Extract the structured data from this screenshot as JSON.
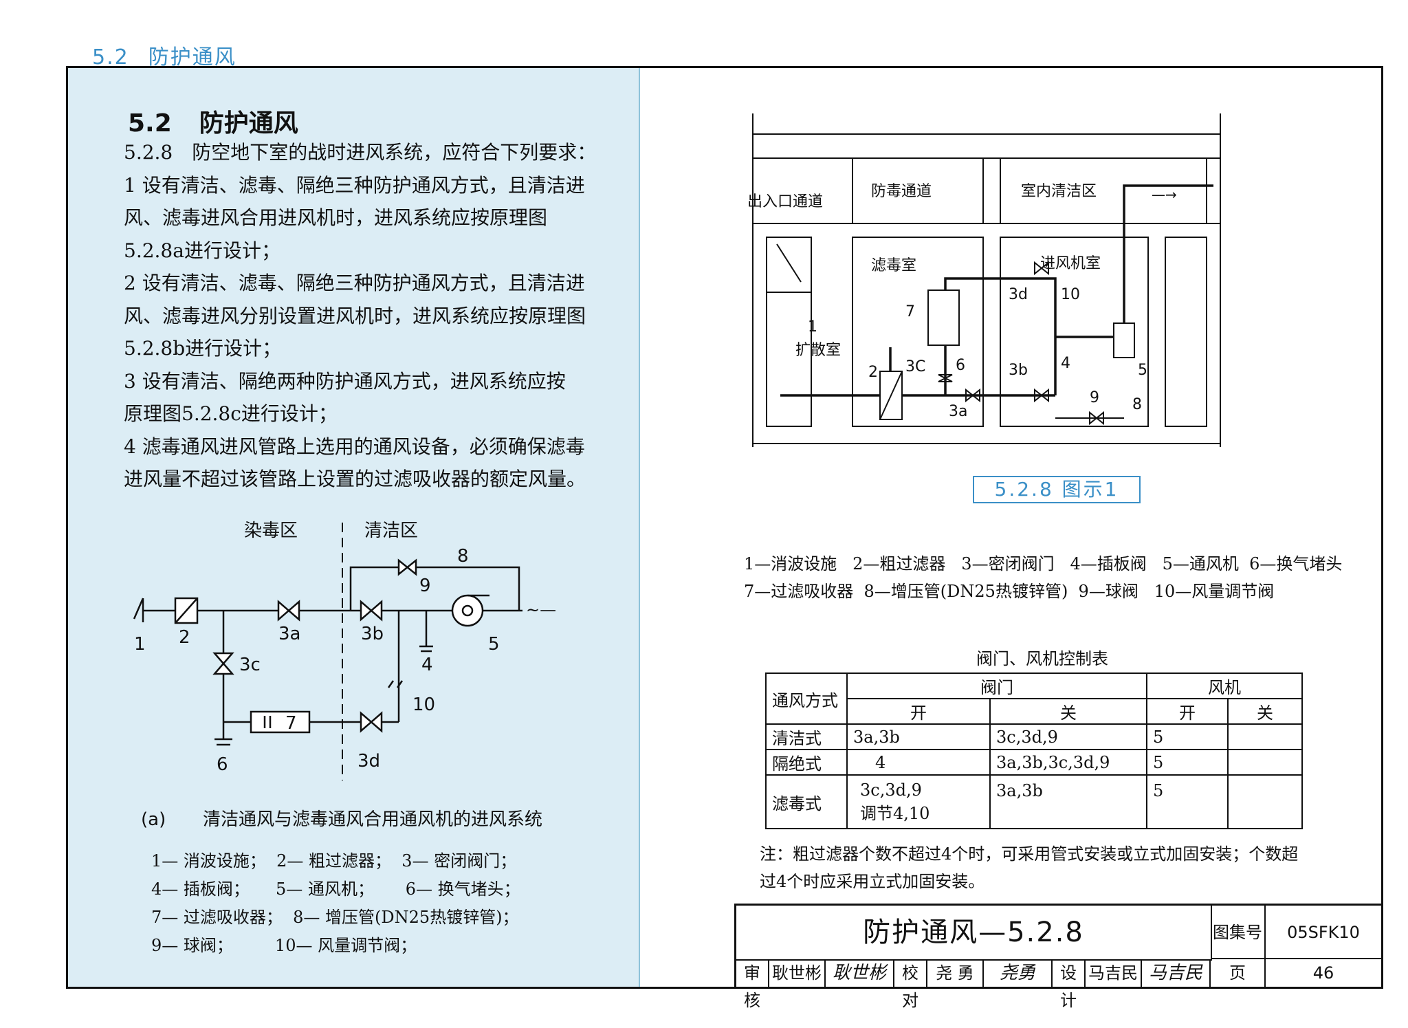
{
  "header": {
    "num": "5.2",
    "title": "防护通风"
  },
  "section": {
    "num": "5.2",
    "title": "防护通风"
  },
  "text": {
    "intro_num": "5.2.8",
    "intro": "防空地下室的战时进风系统，应符合下列要求：",
    "p1_line1": "1  设有清洁、滤毒、隔绝三种防护通风方式，且清洁进",
    "p1_line2": "风、滤毒进风合用进风机时，进风系统应按原理图",
    "p1_line3": "5.2.8a进行设计；",
    "p2_line1": "2  设有清洁、滤毒、隔绝三种防护通风方式，且清洁进",
    "p2_line2": "风、滤毒进风分别设置进风机时，进风系统应按原理图",
    "p2_line3": "5.2.8b进行设计；",
    "p3_line1": "3  设有清洁、隔绝两种防护通风方式，进风系统应按",
    "p3_line2": "原理图5.2.8c进行设计；",
    "p4_line1": "4  滤毒通风进风管路上选用的通风设备，必须确保滤毒",
    "p4_line2": "进风量不超过该管路上设置的过滤吸收器的额定风量。"
  },
  "diagram_a": {
    "zone_dirty": "染毒区",
    "zone_clean": "清洁区",
    "labels": {
      "n1": "1",
      "n2": "2",
      "n3a": "3a",
      "n3b": "3b",
      "n3c": "3c",
      "n3d": "3d",
      "n4": "4",
      "n5": "5",
      "n6": "6",
      "n7": "7",
      "n8": "8",
      "n9": "9",
      "n10": "10"
    },
    "caption_tag": "(a)",
    "caption": "清洁通风与滤毒通风合用通风机的进风系统",
    "legend": [
      "1— 消波设施；  2— 粗过滤器；  3— 密闭阀门；",
      "4— 插板阀；     5— 通风机；      6— 换气堵头；",
      "7— 过滤吸收器；  8— 增压管(DN25热镀锌管)；",
      "9— 球阀；        10— 风量调节阀；"
    ]
  },
  "diagram_1": {
    "rooms": {
      "entrance": "出入口通道",
      "anti": "防毒通道",
      "clean": "室内清洁区",
      "filter": "滤毒室",
      "fan": "进风机室",
      "diffuse": "扩散室"
    },
    "labels": {
      "n1": "1",
      "n2": "2",
      "n3c": "3C",
      "n3a": "3a",
      "n3b": "3b",
      "n3d": "3d",
      "n4": "4",
      "n5": "5",
      "n6": "6",
      "n7": "7",
      "n8": "8",
      "n9": "9",
      "n10": "10"
    },
    "fig_label": "5.2.8 图示1",
    "legend": [
      "1—消波设施   2—粗过滤器   3—密闭阀门   4—插板阀   5—通风机  6—换气堵头",
      "7—过滤吸收器  8—增压管(DN25热镀锌管)  9—球阀   10—风量调节阀"
    ]
  },
  "table": {
    "title": "阀门、风机控制表",
    "h_mode": "通风方式",
    "h_valve": "阀门",
    "h_fan": "风机",
    "h_open": "开",
    "h_close": "关",
    "h_fan_open": "开",
    "h_fan_close": "关",
    "rows": [
      {
        "mode": "清洁式",
        "valve_open": "3a,3b",
        "valve_close": "3c,3d,9",
        "fan_open": "5",
        "fan_close": ""
      },
      {
        "mode": "隔绝式",
        "valve_open": "4",
        "valve_close": "3a,3b,3c,3d,9",
        "fan_open": "5",
        "fan_close": ""
      },
      {
        "mode": "滤毒式",
        "valve_open": "3c,3d,9",
        "valve_open2": "调节4,10",
        "valve_close": "3a,3b",
        "fan_open": "5",
        "fan_close": ""
      }
    ]
  },
  "note": "注：粗过滤器个数不超过4个时，可采用管式安装或立式加固安装；个数超过4个时应采用立式加固安装。",
  "title_block": {
    "title": "防护通风—5.2.8",
    "atlas_label": "图集号",
    "atlas_no": "05SFK10",
    "review_label": "审核",
    "reviewer": "耿世彬",
    "reviewer_sig": "耿世彬",
    "check_label": "校对",
    "checker": "尧 勇",
    "checker_sig": "尧勇",
    "design_label": "设计",
    "designer": "马吉民",
    "designer_sig": "马吉民",
    "page_label": "页",
    "page_no": "46"
  }
}
